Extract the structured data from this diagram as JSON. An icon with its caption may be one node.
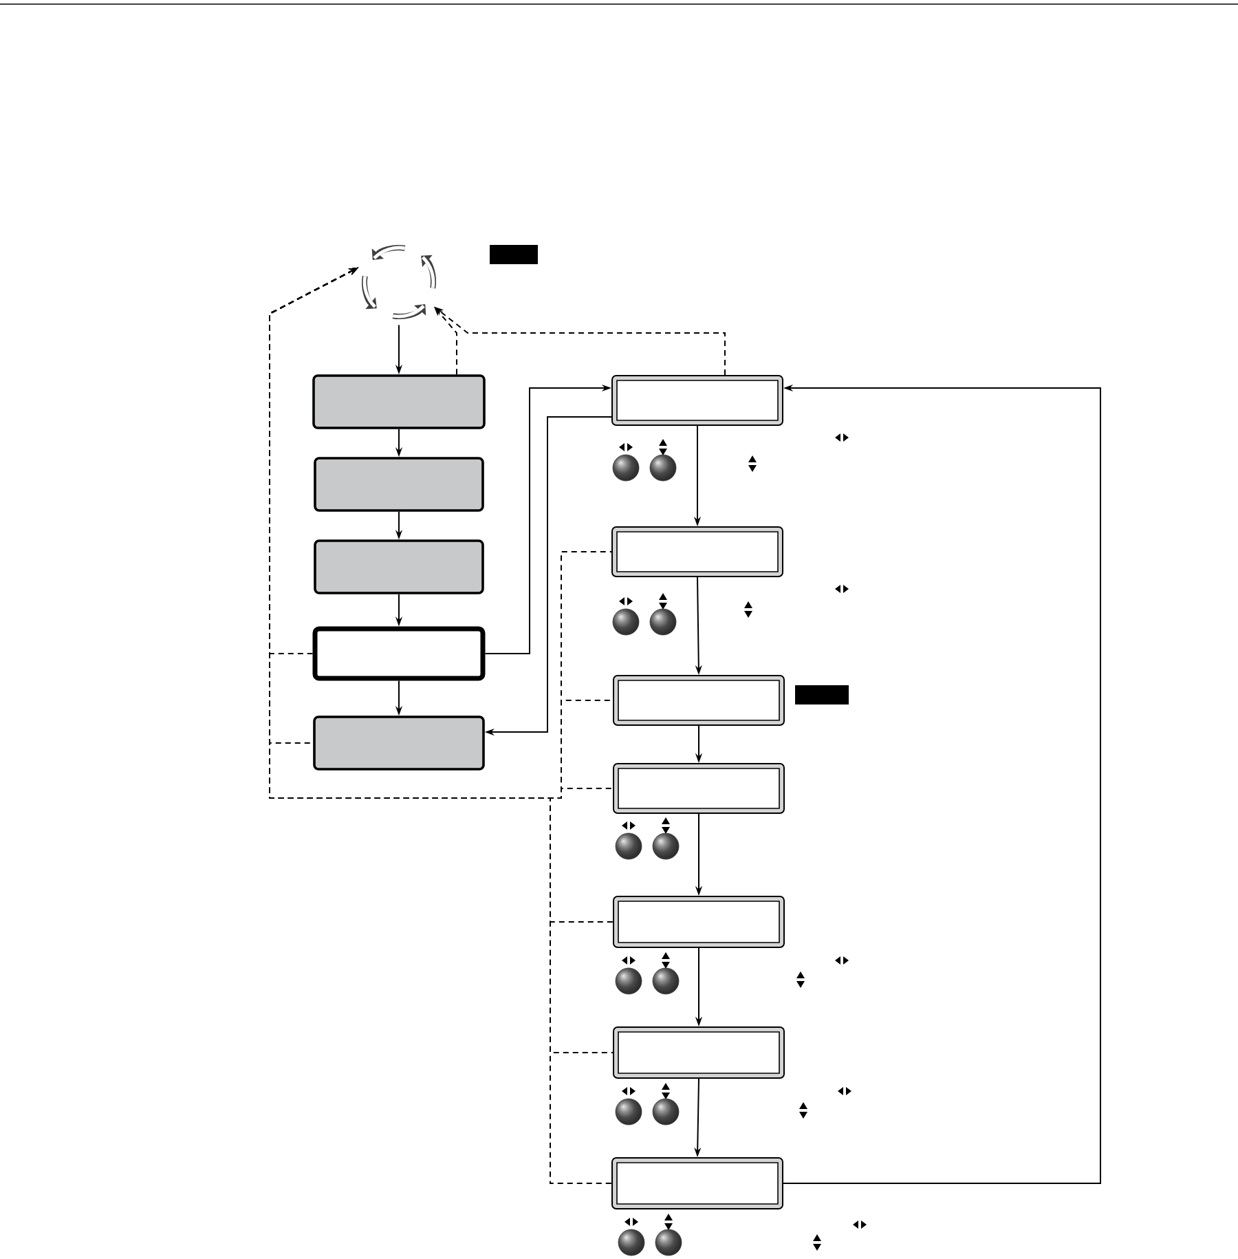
{
  "diagram": {
    "nodes": [
      {
        "text": [],
        "shape": "circle"
      },
      {
        "text": [],
        "shape": "box"
      },
      {
        "text": [],
        "shape": "box"
      },
      {
        "text": [],
        "shape": "box"
      },
      {
        "text": [],
        "shape": "box"
      },
      {
        "text": [],
        "shape": "box"
      },
      {
        "text": [],
        "shape": "box"
      },
      {
        "text": [],
        "shape": "box"
      },
      {
        "text": [],
        "shape": "box"
      },
      {
        "text": [],
        "shape": "box"
      },
      {
        "text": [],
        "shape": "box"
      },
      {
        "text": [],
        "shape": "box"
      },
      {
        "text": [],
        "shape": "box"
      }
    ],
    "edges": [
      {
        "from": 0,
        "to": 1,
        "arrow": "to"
      },
      {
        "from": 1,
        "to": 2,
        "arrow": "to"
      },
      {
        "from": 2,
        "to": 3,
        "arrow": "to"
      },
      {
        "from": 3,
        "to": 4,
        "arrow": "to"
      },
      {
        "from": 4,
        "to": 5,
        "arrow": "to"
      },
      {
        "from": 1,
        "to": 0,
        "arrow": "to",
        "style": "dashed"
      },
      {
        "from": 6,
        "to": 0,
        "arrow": "to",
        "style": "dashed"
      },
      {
        "from": 4,
        "to": 6,
        "arrow": "to"
      },
      {
        "from": 6,
        "to": 5,
        "arrow": "to"
      },
      {
        "from": 12,
        "to": 6,
        "arrow": "to"
      },
      {
        "from": 6,
        "to": 7,
        "arrow": "to"
      },
      {
        "from": 7,
        "to": 8,
        "arrow": "to"
      },
      {
        "from": 8,
        "to": 9,
        "arrow": "to"
      },
      {
        "from": 9,
        "to": 10,
        "arrow": "to"
      },
      {
        "from": 10,
        "to": 11,
        "arrow": "to"
      },
      {
        "from": 11,
        "to": 12,
        "arrow": "to"
      },
      {
        "from": 4,
        "to": 0,
        "arrow": "to",
        "style": "dashed"
      },
      {
        "from": 5,
        "to": 0,
        "arrow": "to",
        "style": "dashed"
      },
      {
        "from": 7,
        "to": 0,
        "arrow": "to",
        "style": "dashed"
      },
      {
        "from": 8,
        "to": 0,
        "arrow": "to",
        "style": "dashed"
      },
      {
        "from": 9,
        "to": 0,
        "arrow": "to",
        "style": "dashed"
      },
      {
        "from": 10,
        "to": 0,
        "arrow": "to",
        "style": "dashed"
      },
      {
        "from": 11,
        "to": 0,
        "arrow": "to",
        "style": "dashed"
      },
      {
        "from": 12,
        "to": 0,
        "arrow": "to",
        "style": "dashed"
      }
    ]
  }
}
